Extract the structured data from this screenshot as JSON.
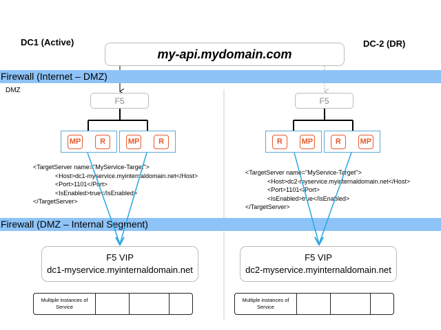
{
  "dc1_label": "DC1 (Active)",
  "dc2_label": "DC-2 (DR)",
  "domain": "my-api.mydomain.com",
  "firewall1": "Firewall (Internet – DMZ)",
  "firewall2": "Firewall (DMZ – Internal Segment)",
  "dmz_label": "DMZ",
  "f5_label": "F5",
  "colors": {
    "firewall_band": "#8ec3f7",
    "proxy_chip": "#e8582a",
    "flow_line": "#29a8e0"
  },
  "dc1": {
    "groups": [
      [
        "MP",
        "R"
      ],
      [
        "MP",
        "R"
      ]
    ],
    "xml": [
      "<TargetServer name=\"MyService-Target\">",
      "<Host>dc1-myservice.myinternaldomain.net</Host>",
      "<Port>1101</Port>",
      "<IsEnabled>true</IsEnabled>",
      "</TargetServer>"
    ],
    "vip_title": "F5 VIP",
    "vip_host": "dc1-myservice.myinternaldomain.net",
    "service_label": "Multiple instances of Service"
  },
  "dc2": {
    "groups": [
      [
        "R",
        "MP"
      ],
      [
        "R",
        "MP"
      ]
    ],
    "xml": [
      "<TargetServer name=\"MyService-Target\">",
      "<Host>dc2-myservice.myinternaldomain.net</Host>",
      "<Port>1101</Port>",
      "<IsEnabled>true</IsEnabled>",
      "</TargetServer>"
    ],
    "vip_title": "F5 VIP",
    "vip_host": "dc2-myservice.myinternaldomain.net",
    "service_label": "Multiple instances of Service"
  }
}
